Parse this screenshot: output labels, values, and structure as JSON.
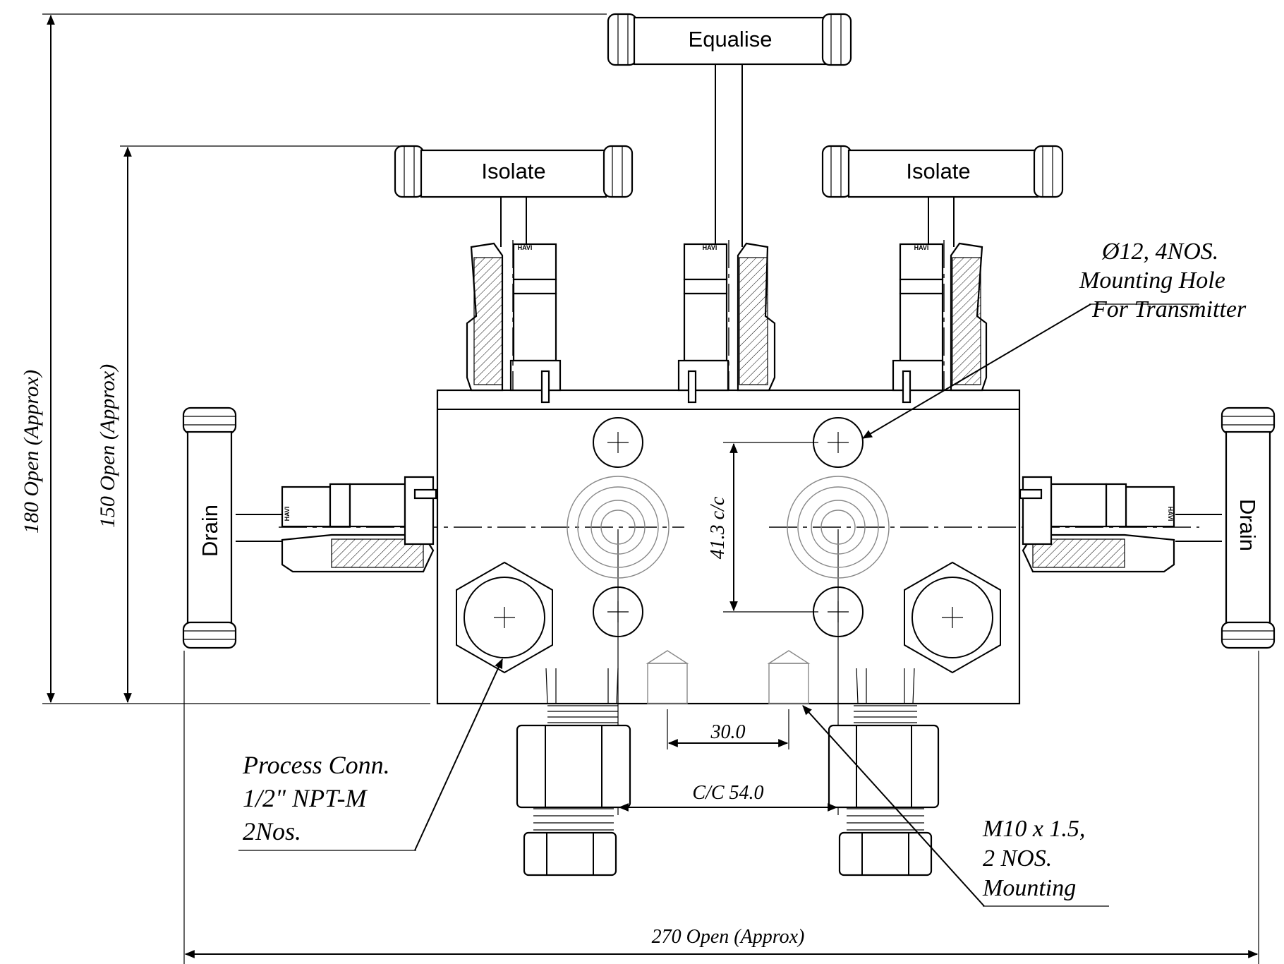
{
  "handles": {
    "equalise": "Equalise",
    "isolate_left": "Isolate",
    "isolate_right": "Isolate",
    "drain_left": "Drain",
    "drain_right": "Drain"
  },
  "brand_marks": [
    "HAVI",
    "HAVI",
    "HAVI",
    "HAVI",
    "HAVI"
  ],
  "dimensions": {
    "open_180": "180 Open (Approx)",
    "open_150": "150 Open (Approx)",
    "open_270": "270 Open (Approx)",
    "cc_413": "41.3 c/c",
    "dim_30": "30.0",
    "cc_54": "C/C 54.0"
  },
  "callouts": {
    "mounting_hole": [
      "Ø12, 4NOS.",
      "Mounting Hole",
      "For Transmitter"
    ],
    "process_conn": [
      "Process Conn.",
      "1/2\" NPT-M",
      "2Nos."
    ],
    "mounting_thread": [
      "M10 x 1.5,",
      "2 NOS.",
      "Mounting"
    ]
  }
}
